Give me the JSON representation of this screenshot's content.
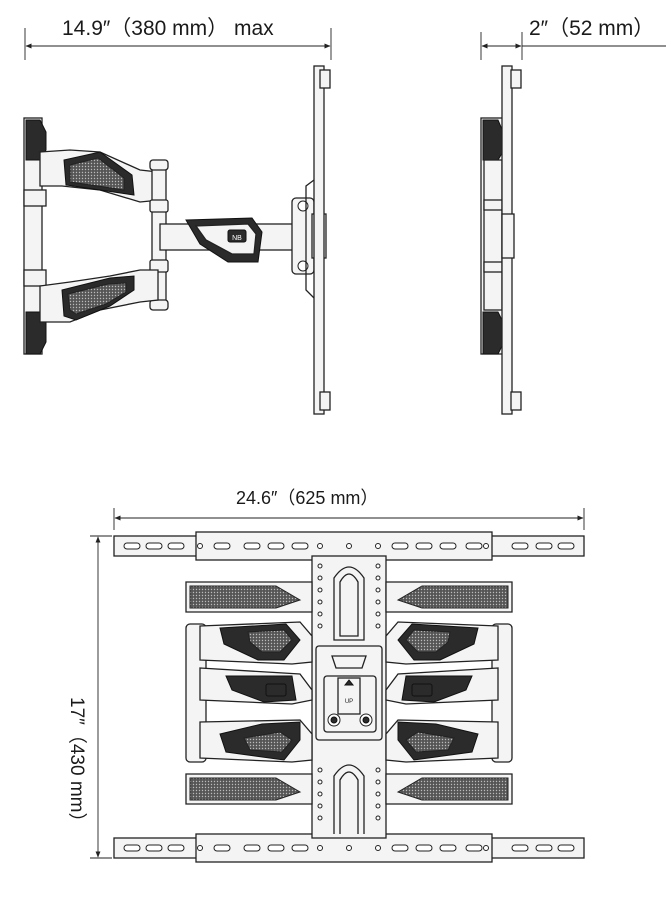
{
  "dimensions": {
    "extension_max": "14.9″（380 mm） max",
    "profile_depth": "2″（52 mm）",
    "plate_width": "24.6″（625 mm）",
    "plate_height": "17″（430 mm）"
  },
  "labels": {
    "up_marker": "UP"
  },
  "colors": {
    "line": "#222222",
    "mesh": "#3a3a3a",
    "background": "#ffffff"
  }
}
